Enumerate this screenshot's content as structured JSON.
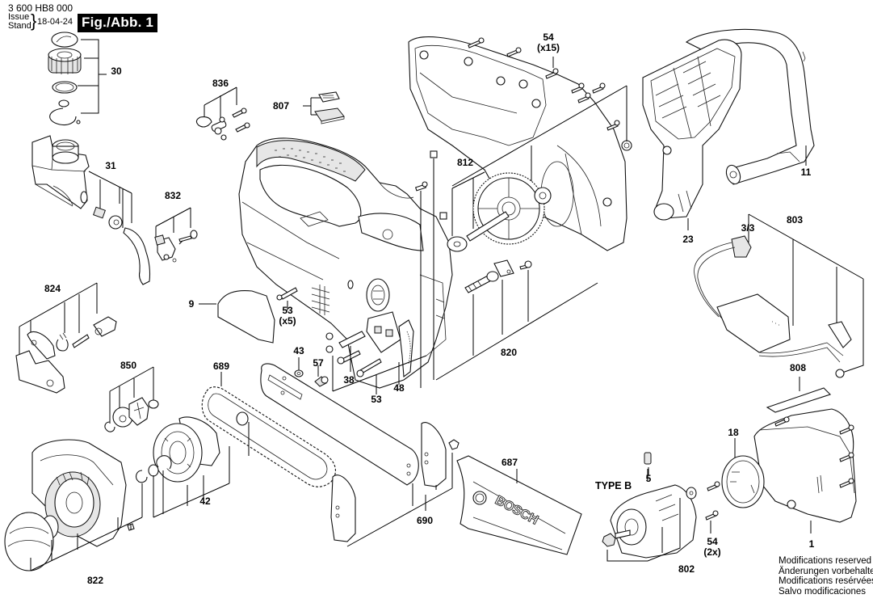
{
  "header": {
    "part_number": "3 600 HB8 000",
    "issue_label": "Issue",
    "stand_label": "Stand",
    "date": "18-04-24",
    "figure_label": "Fig./Abb. 1"
  },
  "labels": [
    {
      "id": "30",
      "text": "30"
    },
    {
      "id": "31",
      "text": "31"
    },
    {
      "id": "836",
      "text": "836"
    },
    {
      "id": "807",
      "text": "807"
    },
    {
      "id": "832",
      "text": "832"
    },
    {
      "id": "54-top",
      "text": "54",
      "qty": "(x15)"
    },
    {
      "id": "812",
      "text": "812"
    },
    {
      "id": "11",
      "text": "11"
    },
    {
      "id": "23",
      "text": "23"
    },
    {
      "id": "3-3",
      "text": "3/3"
    },
    {
      "id": "803",
      "text": "803"
    },
    {
      "id": "824",
      "text": "824"
    },
    {
      "id": "9",
      "text": "9"
    },
    {
      "id": "53-top",
      "text": "53",
      "qty": "(x5)"
    },
    {
      "id": "43",
      "text": "43"
    },
    {
      "id": "57",
      "text": "57"
    },
    {
      "id": "38",
      "text": "38"
    },
    {
      "id": "53-bottom",
      "text": "53"
    },
    {
      "id": "48",
      "text": "48"
    },
    {
      "id": "820",
      "text": "820"
    },
    {
      "id": "850",
      "text": "850"
    },
    {
      "id": "689",
      "text": "689"
    },
    {
      "id": "42",
      "text": "42"
    },
    {
      "id": "690",
      "text": "690"
    },
    {
      "id": "687",
      "text": "687"
    },
    {
      "id": "808",
      "text": "808"
    },
    {
      "id": "18",
      "text": "18"
    },
    {
      "id": "5",
      "text": "5"
    },
    {
      "id": "54-bottom",
      "text": "54",
      "qty": "(2x)"
    },
    {
      "id": "1",
      "text": "1"
    },
    {
      "id": "802",
      "text": "802"
    },
    {
      "id": "822",
      "text": "822"
    }
  ],
  "type_label": "TYPE B",
  "brand_mark": "BOSCH",
  "modifications_notice": [
    "Modifications reserved",
    "Änderungen vorbehalten",
    "Modifications resérvées",
    "Salvo modificaciones"
  ]
}
